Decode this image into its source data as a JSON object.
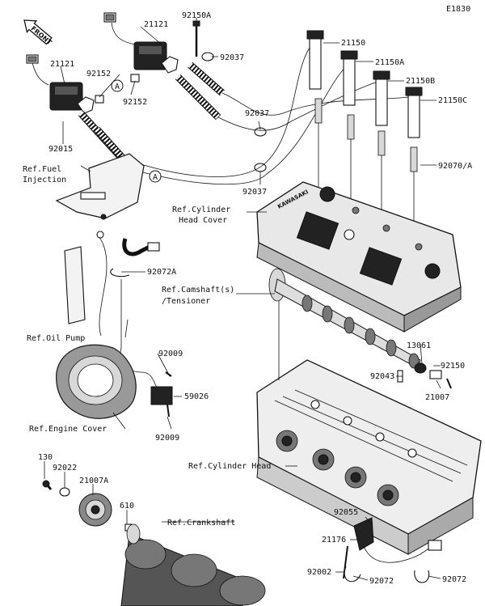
{
  "diagram": {
    "code": "E1830",
    "front_label": "FRONT",
    "callouts": [
      {
        "id": "c21121a",
        "text": "21121"
      },
      {
        "id": "c92150a",
        "text": "92150A"
      },
      {
        "id": "c21121b",
        "text": "21121"
      },
      {
        "id": "c92037a",
        "text": "92037"
      },
      {
        "id": "c21150",
        "text": "21150"
      },
      {
        "id": "c21150a",
        "text": "21150A"
      },
      {
        "id": "c21150b",
        "text": "21150B"
      },
      {
        "id": "c21150c",
        "text": "21150C"
      },
      {
        "id": "c92152a",
        "text": "92152"
      },
      {
        "id": "c92152b",
        "text": "92152"
      },
      {
        "id": "c92037b",
        "text": "92037"
      },
      {
        "id": "c92015",
        "text": "92015"
      },
      {
        "id": "c92070a",
        "text": "92070/A"
      },
      {
        "id": "c92037c",
        "text": "92037"
      },
      {
        "id": "c92072a",
        "text": "92072A"
      },
      {
        "id": "c13061",
        "text": "13061"
      },
      {
        "id": "c92150",
        "text": "92150"
      },
      {
        "id": "c92009a",
        "text": "92009"
      },
      {
        "id": "c92043",
        "text": "92043"
      },
      {
        "id": "c59026",
        "text": "59026"
      },
      {
        "id": "c21007",
        "text": "21007"
      },
      {
        "id": "c92009b",
        "text": "92009"
      },
      {
        "id": "c130",
        "text": "130"
      },
      {
        "id": "c92022",
        "text": "92022"
      },
      {
        "id": "c21007a",
        "text": "21007A"
      },
      {
        "id": "c610",
        "text": "610"
      },
      {
        "id": "c92055",
        "text": "92055"
      },
      {
        "id": "c21176",
        "text": "21176"
      },
      {
        "id": "c92002",
        "text": "92002"
      },
      {
        "id": "c92072b",
        "text": "92072"
      },
      {
        "id": "c92072c",
        "text": "92072"
      }
    ],
    "references": [
      {
        "id": "rFuel1",
        "text": "Ref.Fuel"
      },
      {
        "id": "rFuel2",
        "text": "Injection"
      },
      {
        "id": "rCyl1",
        "text": "Ref.Cylinder"
      },
      {
        "id": "rCyl2",
        "text": "Head Cover"
      },
      {
        "id": "rCam1",
        "text": "Ref.Camshaft(s)"
      },
      {
        "id": "rCam2",
        "text": "/Tensioner"
      },
      {
        "id": "rOil",
        "text": "Ref.Oil Pump"
      },
      {
        "id": "rEng",
        "text": "Ref.Engine Cover"
      },
      {
        "id": "rHead",
        "text": "Ref.Cylinder Head"
      },
      {
        "id": "rCrank",
        "text": "Ref.Crankshaft"
      }
    ],
    "markers": [
      "A",
      "A"
    ]
  }
}
